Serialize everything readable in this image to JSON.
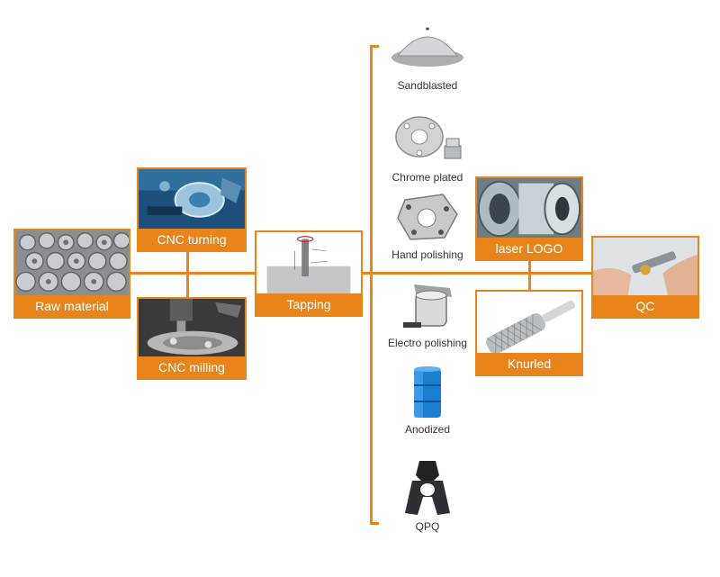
{
  "colors": {
    "accent": "#e8841a",
    "label_text": "#ffffff",
    "caption_text": "#333333"
  },
  "steps": {
    "raw_material": "Raw material",
    "cnc_turning": "CNC turning",
    "cnc_milling": "CNC milling",
    "tapping": "Tapping",
    "laser_logo": "laser LOGO",
    "knurled": "Knurled",
    "qc": "QC"
  },
  "finishes": {
    "sandblasted": "Sandblasted",
    "chrome_plated": "Chrome plated",
    "hand_polishing": "Hand polishing",
    "electro_polishing": "Electro polishing",
    "anodized": "Anodized",
    "qpq": "QPQ"
  },
  "icons": {
    "sandblasted": "dome-part-icon",
    "chrome_plated": "flange-part-icon",
    "hand_polishing": "bracket-part-icon",
    "electro_polishing": "bushing-part-icon",
    "anodized": "blue-cylinder-icon",
    "qpq": "clamp-part-icon"
  }
}
